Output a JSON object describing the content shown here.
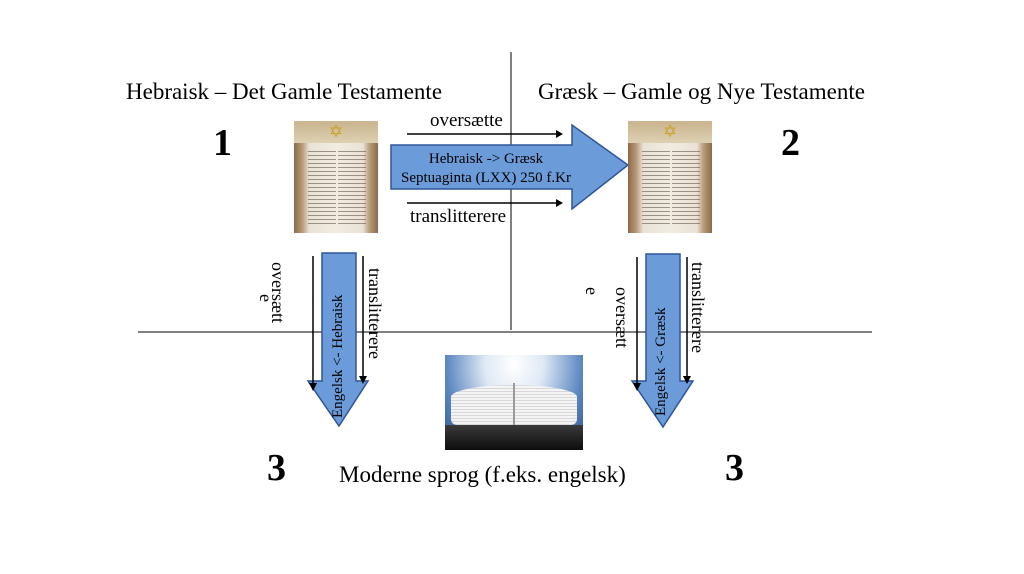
{
  "headings": {
    "left": "Hebraisk – Det Gamle Testamente",
    "right": "Græsk – Gamle og Nye Testamente"
  },
  "numbers": {
    "one": "1",
    "two": "2",
    "three_left": "3",
    "three_right": "3"
  },
  "top_arrow": {
    "label_above": "oversætte",
    "line1": "Hebraisk -> Græsk",
    "line2": "Septuaginta (LXX) 250 f.Kr",
    "label_below": "translitterere"
  },
  "left_down_arrow": {
    "label_outer_left": "oversætt",
    "label_outer_left_tail": "e",
    "arrow_text": "Engelsk <- Hebraisk",
    "label_right": "translitterere"
  },
  "right_down_arrow": {
    "label_outer_left": "oversætt",
    "label_outer_left_tail": "e",
    "arrow_text": "Engelsk <- Græsk",
    "label_right": "translitterere"
  },
  "bottom_label": "Moderne sprog (f.eks. engelsk)",
  "colors": {
    "arrow_fill": "#6b9bd8",
    "arrow_stroke": "#2f5597",
    "line": "#000000"
  },
  "images": {
    "scroll_left": "torah-scroll-image",
    "scroll_right": "torah-scroll-image",
    "bible": "open-bible-image"
  }
}
